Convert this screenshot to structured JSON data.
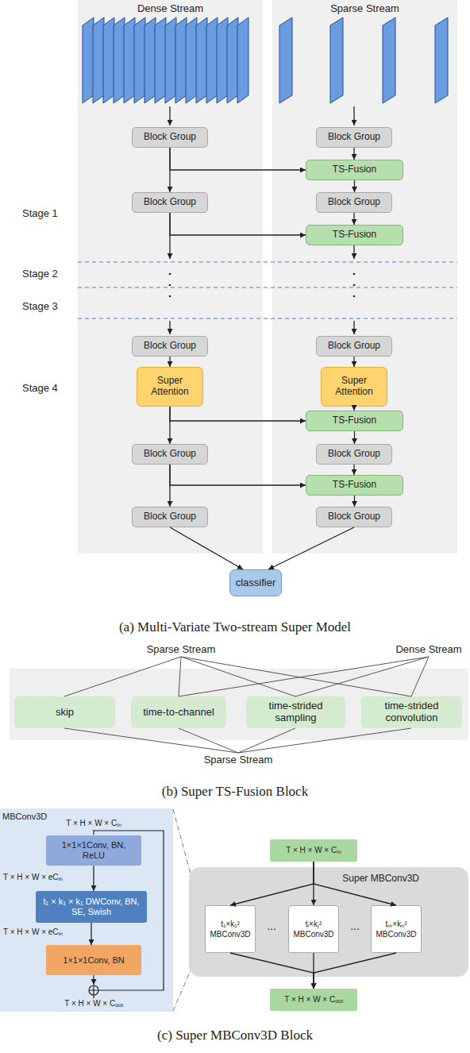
{
  "diagram": {
    "nodes": [
      {
        "text": [
          "Dense Stream"
        ]
      },
      {
        "text": [
          "Sparse Stream"
        ]
      },
      {
        "text": [
          "Block Group"
        ],
        "in": 0
      },
      {
        "text": [
          "Block Group"
        ],
        "in": 0
      },
      {
        "text": [
          "Block Group"
        ],
        "in": 0
      },
      {
        "text": [
          "Super Attention"
        ],
        "in": 0
      },
      {
        "text": [
          "Block Group"
        ],
        "in": 0
      },
      {
        "text": [
          "Block Group"
        ],
        "in": 0
      },
      {
        "text": [
          "Block Group"
        ],
        "in": 1
      },
      {
        "text": [
          "TS-Fusion"
        ],
        "in": 1
      },
      {
        "text": [
          "Block Group"
        ],
        "in": 1
      },
      {
        "text": [
          "TS-Fusion"
        ],
        "in": 1
      },
      {
        "text": [
          "Block Group"
        ],
        "in": 1
      },
      {
        "text": [
          "Super Attention"
        ],
        "in": 1
      },
      {
        "text": [
          "TS-Fusion"
        ],
        "in": 1
      },
      {
        "text": [
          "Block Group"
        ],
        "in": 1
      },
      {
        "text": [
          "TS-Fusion"
        ],
        "in": 1
      },
      {
        "text": [
          "Block Group"
        ],
        "in": 1
      },
      {
        "text": [
          "classifier"
        ]
      },
      {
        "text": [
          "skip"
        ]
      },
      {
        "text": [
          "time-to-channel"
        ]
      },
      {
        "text": [
          "time-strided sampling"
        ]
      },
      {
        "text": [
          "time-strided convolution"
        ]
      },
      {
        "text": [
          "MBConv3D"
        ]
      },
      {
        "text": [
          "1×1×1Conv, BN, ReLU"
        ],
        "in": 23
      },
      {
        "text": [
          "t₁ × k₁ × k₁ DWConv, BN, SE, Swish"
        ],
        "in": 23
      },
      {
        "text": [
          "1×1×1Conv, BN"
        ],
        "in": 23
      },
      {
        "text": [
          "T × H × W × Cᵢₙ"
        ]
      },
      {
        "text": [
          "Super MBConv3D"
        ]
      },
      {
        "text": [
          "t₁×k₁²",
          "MBConv3D"
        ],
        "in": 28
      },
      {
        "text": [
          "tᵢ×kⱼ²",
          "MBConv3D"
        ],
        "in": 28
      },
      {
        "text": [
          "tₘ×kₙ²",
          "MBConv3D"
        ],
        "in": 28
      },
      {
        "text": [
          "T × H × W × Cₒᵤₜ"
        ]
      }
    ],
    "edges": [
      {
        "from": 2,
        "to": 3,
        "arrow": "to"
      },
      {
        "from": 4,
        "to": 5,
        "arrow": "to"
      },
      {
        "from": 5,
        "to": 6,
        "arrow": "to"
      },
      {
        "from": 6,
        "to": 7,
        "arrow": "to"
      },
      {
        "from": 7,
        "to": 18,
        "arrow": "to"
      },
      {
        "from": 8,
        "to": 9,
        "arrow": "to"
      },
      {
        "from": 9,
        "to": 10,
        "arrow": "to"
      },
      {
        "from": 10,
        "to": 11,
        "arrow": "to"
      },
      {
        "from": 12,
        "to": 13,
        "arrow": "to"
      },
      {
        "from": 13,
        "to": 14,
        "arrow": "to"
      },
      {
        "from": 14,
        "to": 15,
        "arrow": "to"
      },
      {
        "from": 15,
        "to": 16,
        "arrow": "to"
      },
      {
        "from": 16,
        "to": 17,
        "arrow": "to"
      },
      {
        "from": 17,
        "to": 18,
        "arrow": "to"
      },
      {
        "from": 2,
        "to": 9,
        "arrow": "to"
      },
      {
        "from": 3,
        "to": 11,
        "arrow": "to"
      },
      {
        "from": 5,
        "to": 14,
        "arrow": "to"
      },
      {
        "from": 6,
        "to": 16,
        "arrow": "to"
      },
      {
        "from": 24,
        "to": 25,
        "arrow": "to"
      },
      {
        "from": 25,
        "to": 26,
        "arrow": "to"
      },
      {
        "from": 27,
        "to": 29,
        "arrow": "to"
      },
      {
        "from": 27,
        "to": 30,
        "arrow": "to"
      },
      {
        "from": 27,
        "to": 31,
        "arrow": "to"
      },
      {
        "from": 29,
        "to": 32,
        "arrow": "to"
      },
      {
        "from": 30,
        "to": 32,
        "arrow": "to"
      },
      {
        "from": 31,
        "to": 32,
        "arrow": "to"
      }
    ],
    "labels": [
      "Stage 1",
      "Stage 2",
      "Stage 3",
      "Stage 4",
      "(a) Multi-Variate Two-stream Super Model",
      "Sparse Stream",
      "Dense Stream",
      "Sparse Stream",
      "(b) Super TS-Fusion Block",
      "T × H × W × Cᵢₙ",
      "T × H × W × eCᵢₙ",
      "T × H × W × eCᵢₙ",
      "T × H × W × Cₒᵤₜ",
      "...",
      "...",
      "(c) Super MBConv3D Block"
    ]
  }
}
